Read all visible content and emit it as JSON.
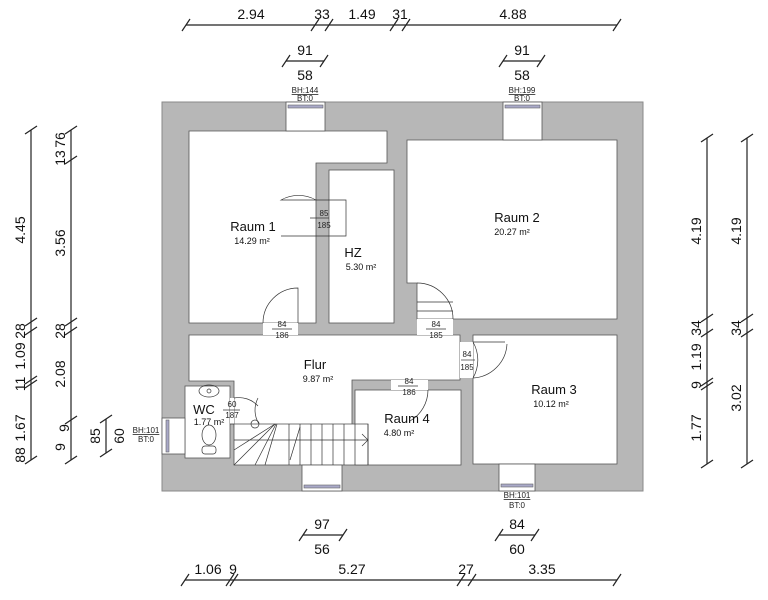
{
  "plan": {
    "rooms": [
      {
        "id": "raum1",
        "name": "Raum 1",
        "area": "14.29 m²"
      },
      {
        "id": "hz",
        "name": "HZ",
        "area": "5.30 m²"
      },
      {
        "id": "raum2",
        "name": "Raum 2",
        "area": "20.27 m²"
      },
      {
        "id": "flur",
        "name": "Flur",
        "area": "9.87 m²"
      },
      {
        "id": "wc",
        "name": "WC",
        "area": "1.77 m²"
      },
      {
        "id": "raum4",
        "name": "Raum 4",
        "area": "4.80 m²"
      },
      {
        "id": "raum3",
        "name": "Raum 3",
        "area": "10.12 m²"
      }
    ],
    "doors": [
      {
        "id": "door-raum1-hz",
        "width": "85",
        "height": "185"
      },
      {
        "id": "door-raum1-flur",
        "width": "84",
        "height": "186"
      },
      {
        "id": "door-raum2-flur",
        "width": "84",
        "height": "185"
      },
      {
        "id": "door-raum3-flur",
        "width": "84",
        "height": "185"
      },
      {
        "id": "door-raum4-flur",
        "width": "84",
        "height": "186"
      },
      {
        "id": "door-wc-flur",
        "width": "60",
        "height": "187"
      }
    ],
    "windows": [
      {
        "id": "win-top-left",
        "bh": "BH:144",
        "bt": "BT:0",
        "outer": "91",
        "inner": "58"
      },
      {
        "id": "win-top-right",
        "bh": "BH:199",
        "bt": "BT:0",
        "outer": "91",
        "inner": "58"
      },
      {
        "id": "win-left-wc",
        "bh": "BH:101",
        "bt": "BT:0",
        "outer": "85",
        "inner": "60"
      },
      {
        "id": "win-bottom-stair",
        "outer": "97",
        "inner": "56"
      },
      {
        "id": "win-bottom-right",
        "bh": "BH:101",
        "bt": "BT:0",
        "outer": "84",
        "inner": "60"
      }
    ]
  },
  "dimensions": {
    "top": [
      "2.94",
      "33",
      "1.49",
      "31",
      "4.88"
    ],
    "bottom": [
      "1.06",
      "9",
      "5.27",
      "27",
      "3.35"
    ],
    "left_outer": [
      "4.45",
      "28",
      "11",
      "1.09",
      "9",
      "1.67",
      "88"
    ],
    "left_inner": [
      "13",
      "76",
      "3.56",
      "28",
      "2.08",
      "9"
    ],
    "right_outer": [
      "4.19",
      "34",
      "1.19",
      "9",
      "1.77"
    ],
    "right_inner": [
      "4.19",
      "34",
      "3.02"
    ]
  }
}
